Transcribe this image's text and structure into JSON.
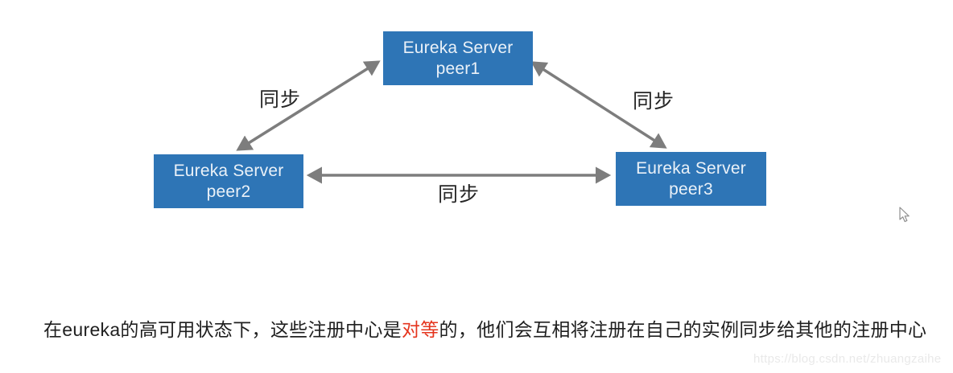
{
  "diagram": {
    "nodes": [
      {
        "id": "peer1",
        "title": "Eureka Server",
        "subtitle": "peer1"
      },
      {
        "id": "peer2",
        "title": "Eureka Server",
        "subtitle": "peer2"
      },
      {
        "id": "peer3",
        "title": "Eureka Server",
        "subtitle": "peer3"
      }
    ],
    "edges": [
      {
        "from": "peer2",
        "to": "peer1",
        "label": "同步",
        "bidirectional": true
      },
      {
        "from": "peer1",
        "to": "peer3",
        "label": "同步",
        "bidirectional": true
      },
      {
        "from": "peer2",
        "to": "peer3",
        "label": "同步",
        "bidirectional": true
      }
    ]
  },
  "caption": {
    "prefix": "在eureka的高可用状态下，这些注册中心是",
    "highlight": "对等",
    "suffix": "的，他们会互相将注册在自己的实例同步给其他的注册中心"
  },
  "watermark": "https://blog.csdn.net/zhuangzaihe",
  "colors": {
    "node_fill": "#2e75b6",
    "node_text": "#eaf1f8",
    "arrow": "#7d7d7d",
    "highlight": "#e5341d",
    "caption_text": "#1f1f1f",
    "watermark_text": "#e9e9e9"
  }
}
